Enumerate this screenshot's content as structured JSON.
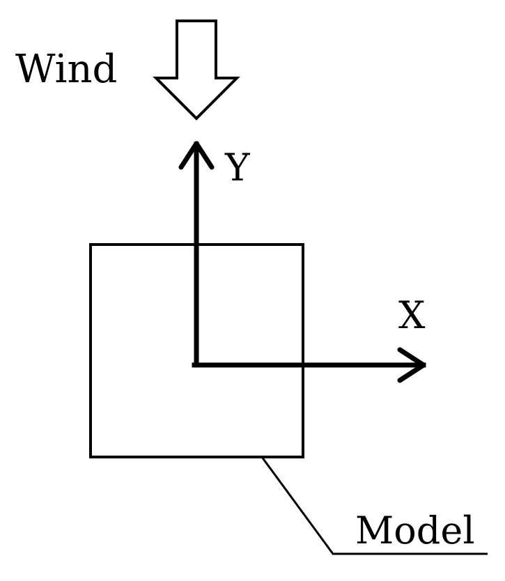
{
  "labels": {
    "wind": "Wind",
    "y_axis": "Y",
    "x_axis": "X",
    "model": "Model"
  },
  "colors": {
    "stroke": "#000000",
    "background": "#ffffff"
  },
  "icons": {
    "wind_arrow": "hollow-down-arrow-icon",
    "y_arrow": "arrow-up-icon",
    "x_arrow": "arrow-right-icon"
  }
}
